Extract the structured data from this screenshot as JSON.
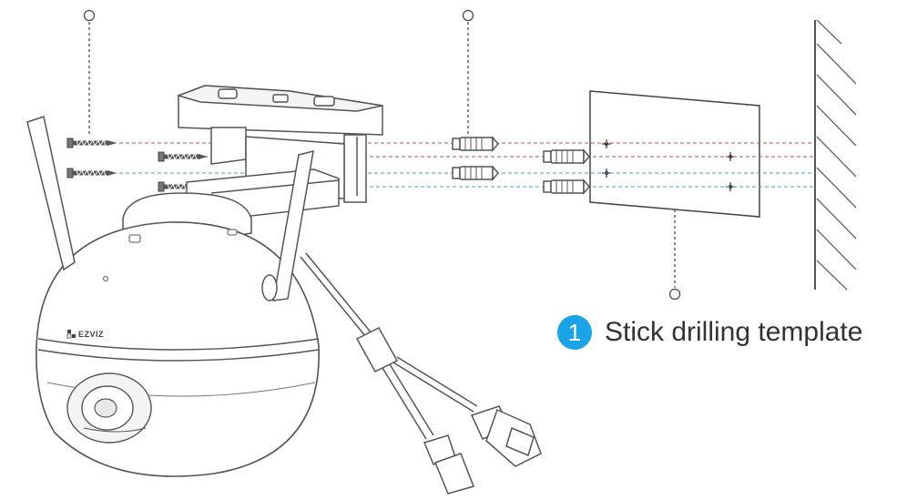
{
  "step": {
    "number": "1",
    "text": "Stick drilling template"
  },
  "brand": {
    "logo_text": "EZVIZ"
  },
  "colors": {
    "badge": "#1aa3e8",
    "line_red": "#b8505a",
    "line_blue": "#3aa6c8",
    "stroke": "#555555",
    "text": "#333333"
  }
}
